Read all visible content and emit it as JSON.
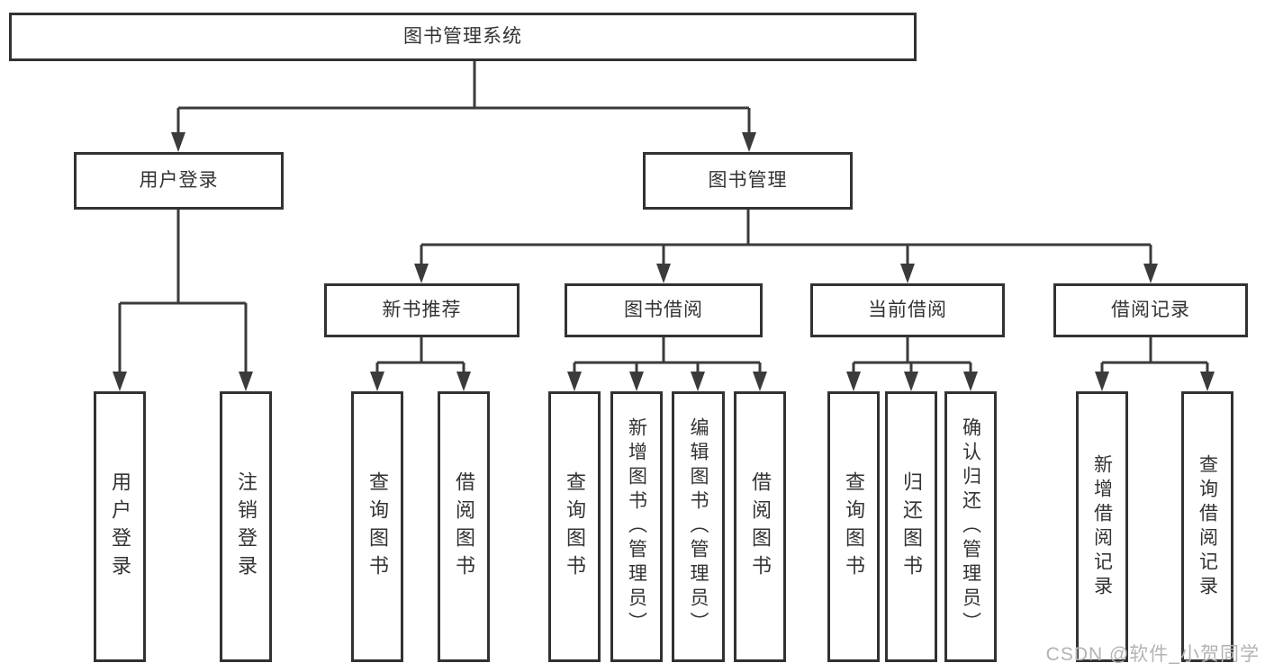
{
  "colors": {
    "background": "#ffffff",
    "line": "#3b3b3b",
    "box_border": "#323232",
    "text": "#333333",
    "watermark": "#b3b3b3"
  },
  "watermark": "CSDN @软件_小贺同学",
  "nodes": {
    "root": "图书管理系统",
    "user_login": "用户登录",
    "book_mgmt": "图书管理",
    "new_book_rec": "新书推荐",
    "book_borrow": "图书借阅",
    "current_borrow": "当前借阅",
    "borrow_records": "借阅记录",
    "leaf_user_login": "用户登录",
    "leaf_logout": "注销登录",
    "leaf_query_books_rec": "查询图书",
    "leaf_borrow_books_rec": "借阅图书",
    "leaf_query_books_borrow": "查询图书",
    "leaf_add_books_admin": "新增图书（管理员）",
    "leaf_edit_books_admin": "编辑图书（管理员）",
    "leaf_borrow_books_borrow": "借阅图书",
    "leaf_query_books_current": "查询图书",
    "leaf_return_books": "归还图书",
    "leaf_confirm_return_admin": "确认归还（管理员）",
    "leaf_add_borrow_record": "新增借阅记录",
    "leaf_query_borrow_record": "查询借阅记录"
  },
  "edges": [
    {
      "from": "图书管理系统",
      "to": "用户登录"
    },
    {
      "from": "图书管理系统",
      "to": "图书管理"
    },
    {
      "from": "用户登录",
      "to": "用户登录"
    },
    {
      "from": "用户登录",
      "to": "注销登录"
    },
    {
      "from": "图书管理",
      "to": "新书推荐"
    },
    {
      "from": "图书管理",
      "to": "图书借阅"
    },
    {
      "from": "图书管理",
      "to": "当前借阅"
    },
    {
      "from": "图书管理",
      "to": "借阅记录"
    },
    {
      "from": "新书推荐",
      "to": "查询图书"
    },
    {
      "from": "新书推荐",
      "to": "借阅图书"
    },
    {
      "from": "图书借阅",
      "to": "查询图书"
    },
    {
      "from": "图书借阅",
      "to": "新增图书（管理员）"
    },
    {
      "from": "图书借阅",
      "to": "编辑图书（管理员）"
    },
    {
      "from": "图书借阅",
      "to": "借阅图书"
    },
    {
      "from": "当前借阅",
      "to": "查询图书"
    },
    {
      "from": "当前借阅",
      "to": "归还图书"
    },
    {
      "from": "当前借阅",
      "to": "确认归还（管理员）"
    },
    {
      "from": "借阅记录",
      "to": "新增借阅记录"
    },
    {
      "from": "借阅记录",
      "to": "查询借阅记录"
    }
  ]
}
